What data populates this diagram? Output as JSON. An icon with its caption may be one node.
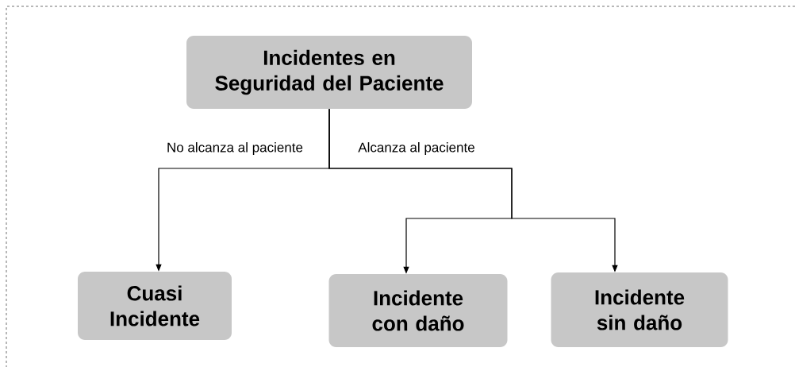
{
  "diagram": {
    "nodes": [
      {
        "text": [
          "Incidentes en Seguridad del Paciente"
        ]
      },
      {
        "text": [
          "Cuasi Incidente"
        ]
      },
      {
        "text": [
          "Incidente con daño"
        ]
      },
      {
        "text": [
          "Incidente sin daño"
        ]
      }
    ],
    "edges": [
      {
        "from": 0,
        "to": 1,
        "arrow": "to",
        "label": "No alcanza al paciente"
      },
      {
        "from": 0,
        "to": 2,
        "arrow": "to",
        "label": "Alcanza al paciente"
      },
      {
        "from": 0,
        "to": 3,
        "arrow": "to"
      }
    ]
  }
}
